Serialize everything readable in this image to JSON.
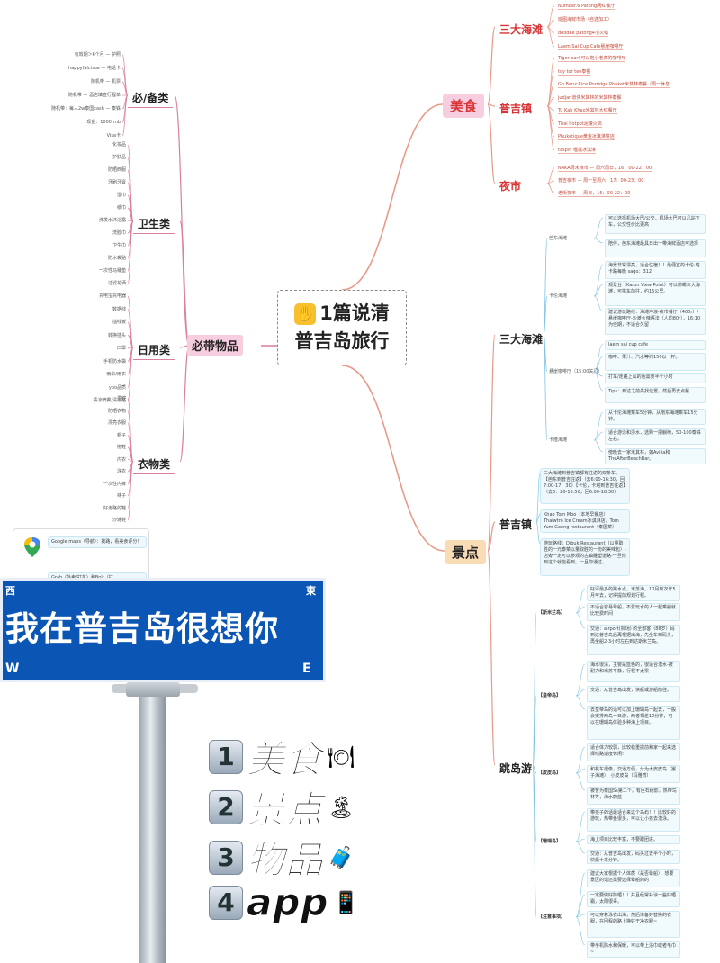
{
  "center": {
    "line1": "1篇说清",
    "line2": "普吉岛旅行"
  },
  "left": {
    "main": "必带物品",
    "categories": [
      {
        "label": "必/备类",
        "items": [
          "有效期＞6个月 — 护照",
          "happyfalctrue — 电话卡",
          "随机带 — 机票",
          "随机带 — 酒店填查行程单",
          "随机带：每人2w泰国cash — 泰铢",
          "现金：1000rmb",
          "Visa卡"
        ]
      },
      {
        "label": "卫生类",
        "items": [
          "化妆品",
          "护肤品",
          "防晒西服",
          "牙刷牙膏",
          "湿巾",
          "纸巾",
          "洗发水沐浴露",
          "洗脸巾",
          "卫生巾",
          "防水袋贴",
          "一次性马桶垫",
          "过滤花洒"
        ]
      },
      {
        "label": "日用类",
        "items": [
          "充电宝充电器",
          "数据线",
          "插线板",
          "转换插头",
          "口罩",
          "手机防水袋",
          "雨伞/雨衣",
          "yoo品质",
          "清凉喷雾/清凉贴"
        ]
      },
      {
        "label": "衣物类",
        "items": [
          "墨镜",
          "防晒衣物",
          "漂亮衣服",
          "帽子",
          "拖鞋",
          "内衣",
          "泳衣",
          "一次性内裤",
          "袜子",
          "好走路的鞋",
          "沙滩鞋"
        ]
      }
    ]
  },
  "food": {
    "label": "美食",
    "groups": [
      {
        "label": "三大海滩",
        "items": [
          "Number.6 Patong网红餐厅",
          "班图海鲜市场（自选加工）",
          "doodee patong4小火锅",
          "Laem Sai Cup Cafe悬崖咖啡厅"
        ]
      },
      {
        "label": "普吉镇",
        "items": [
          "Tiger park可以抱小老虎的咖啡厅",
          "toy tor tee泰餐",
          "Go Benz Rice Porridge Phuket米其林泰餐（周一休息",
          "judjan道侠米其林的米其林泰餐",
          "Tu Kab Khao米其林大红餐厅",
          "Thai hotpot泥罐火锅",
          "Phuketique黄金冰淇淋饼店",
          "taspin 榴莲冰淇淋"
        ]
      },
      {
        "label": "夜市",
        "items": [
          "NAKA周末夜市 — 周六周日，16：00-22：00",
          "普吉夜市 — 周一至周六，17：00-23：00",
          "老街夜市 — 周日，16：00-22：00"
        ]
      }
    ]
  },
  "sights": {
    "label": "景点",
    "beaches": {
      "label": "三大海滩",
      "rows": [
        {
          "label": "芭东海滩",
          "boxes": [
            "可以选择机场大巴/公交，机场大巴可以几站下车，公交性价比更高",
            "陪伴，芭东海滩最具日出一带海鲜酒店可选择"
          ]
        },
        {
          "label": "卡伦海滩",
          "boxes": [
            "海景非常漂亮，适合住宿！！最便宜的卡伦·班卡路每晚 sago：312",
            "观景台（Karon View Point）可以俯瞰三大海滩，可搭车前往，约15公里。",
            "建议游玩路线：海滩冲浪-夜市餐厅（400r）/悬崖咖啡厅-沙滩火辣语法（人均80r），16:10为佳期，不适合久留"
          ]
        },
        {
          "label": "悬崖咖啡厅（15:00关门）",
          "boxes": [
            "laem sai cup cafe",
            "咖啡、果汁、汽水等约150以一杯。",
            "打车/走路上山的话需要半个小时",
            "Tips：到达之前先找位置，然后再去点餐"
          ]
        },
        {
          "label": "卡隆海滩",
          "boxes": [
            "从卡伦海滩乘车5分钟，从南东海滩乘车15分钟。",
            "适合游泳和漂水，选购一把躺椅，50-100泰铢左右。",
            "傍晚去一家米其林，如Avilia和TheAfterBeachBar。"
          ]
        }
      ]
    },
    "town": {
      "label": "普吉镇",
      "boxes": [
        "三大海滩到普吉镇都有往返的双条车。【芭东到普吉往返】（去6:00-16:30，回7:00-17：30）【卡伦，卡塔到普吉往返】（去6：20-16:50，回6:00-18:30）",
        "Khao Tom Moo（本地早餐店）Thaiwtro Ice Cream冰淇淋店，Tom Yum Goong restaurant（泰国菜）",
        "游玩路线：Dibuk Restaurant（以量取胜的一元泰菜以量取胜的一份的美味包）- 店旁一定可以参观的古镇雕塑道路-一旦你到这个就能看到。一旦你通过。"
      ]
    },
    "island": {
      "label": "跳岛游",
      "rows": [
        {
          "label": "【斯米兰岛】",
          "boxes": [
            "好评最多的跳水点，米苏海，10月到次年5月可去，记得提前规划行程。",
            "不适合容易晕船，不爱玩水的人一起乘船就比较费时间",
            "交通：airport(机场) 的全部客（88岁）码到达普吉岛后再根据出海，先坐车到码头，再坐船2-3小时左右到达斯米兰岛。"
          ]
        },
        {
          "label": "【皇帝岛】",
          "boxes": [
            "海水很清，主要是蓝色的，很适合潜水-被耐力和米苏平静，行程不太累",
            "交通：从普吉岛出发，快艇或游船前往。",
            "去皇帝岛的话可以加上珊瑚岛一起去，一般会安排两岛一日游，两者相差10分钟，可以在珊瑚岛体验多种海上项目。"
          ]
        },
        {
          "label": "【皮皮岛】",
          "boxes": [
            "适合体力较弱，比较稳重提前和家一起来选择线路适度休闲!",
            "和机车很像，交通方便，分为大皮皮岛（猴子海滩）、小皮皮岛（玛雅湾）",
            "被誉为泰国Ss第二个，有巨石树影，热带鸟林等，海水蔚蓝"
          ]
        },
        {
          "label": "【珊瑚岛】",
          "boxes": [
            "带孩子的话最适合来这个岛屿！！比较好的游玩，热带鱼很多，可以让小孩去潜泳。",
            "海上项目比较丰富，不要跟团进。",
            "交通：从普吉岛出发，码头过去半个小时，快艇十来分钟。"
          ]
        },
        {
          "label": "【注意事项】",
          "boxes": [
            "建议大家根据个人体质（是否晕船），想要景区的话还需要选择晕船药的",
            "一定要做好防晒！！并且经常补涂一些好晒霜，太阳很毒。",
            "可以穿着泳衣出海，然后准备好替换的衣服，在回程的路上换好干净衣服~",
            "带手机防水和保暖，可以带上浴巾或者毛巾~"
          ]
        }
      ]
    }
  },
  "overlay": {
    "apps": [
      {
        "name": "Google maps（导航）：找路，看美食评分！"
      },
      {
        "name": "Grab（外卖/打车）和Bolt（打"
      }
    ],
    "sign_east": "東",
    "sign_west": "西",
    "sign_w": "W",
    "sign_e": "E",
    "sign_text": "我在普吉岛很想你",
    "menu": [
      {
        "num": "1",
        "text": "美食",
        "emoji": "🍽"
      },
      {
        "num": "2",
        "text": "景点",
        "emoji": "🏝"
      },
      {
        "num": "3",
        "text": "物品",
        "emoji": "🧳"
      },
      {
        "num": "4",
        "text": "app",
        "emoji": "📱"
      }
    ]
  },
  "colors": {
    "food_accent": "#d93434",
    "branch": "#e89a8a",
    "left_branch": "#d97fa0",
    "blue_branch": "#7fc3e3",
    "sign_blue": "#0b55b4"
  }
}
